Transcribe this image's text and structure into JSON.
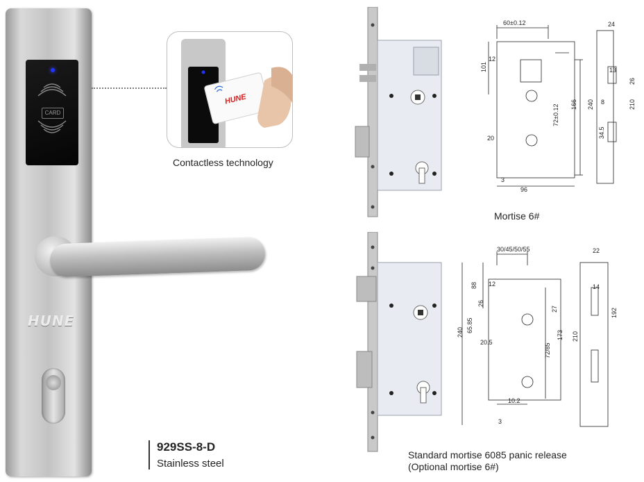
{
  "product": {
    "model": "929SS-8-D",
    "material": "Stainless steel",
    "brand": "HUNE",
    "reader_label": "CARD"
  },
  "inset": {
    "caption": "Contactless technology",
    "card_brand": "HUNE"
  },
  "mortise_top": {
    "caption": "Mortise 6#",
    "dims": [
      "60±0.12",
      "24",
      "101",
      "12",
      "166",
      "240",
      "72±0.12",
      "210",
      "13",
      "26",
      "8",
      "34.5",
      "20",
      "3",
      "96"
    ]
  },
  "mortise_bottom": {
    "caption_line1": "Standard mortise 6085 panic release",
    "caption_line2": "(Optional mortise 6#)",
    "dims": [
      "30/45/50/55",
      "22",
      "88",
      "12",
      "26",
      "27",
      "240",
      "65.85",
      "173",
      "210",
      "192",
      "20.5",
      "72/85",
      "10.2",
      "3",
      "14"
    ]
  },
  "colors": {
    "steel": "#c3c3c3",
    "reader": "#0a0a0a",
    "led": "#2233ff",
    "card_red": "#d62020"
  }
}
